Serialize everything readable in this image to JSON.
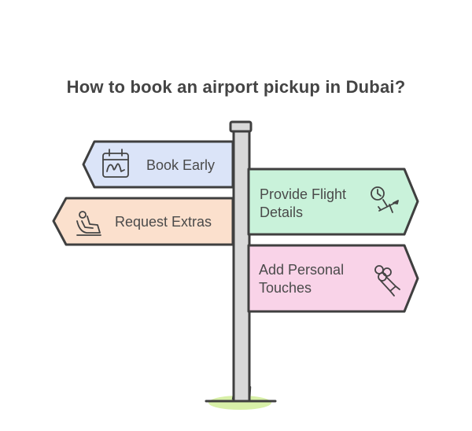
{
  "title": "How to book an airport pickup in Dubai?",
  "signs": [
    {
      "lines": [
        "Book Early"
      ],
      "icon": "calendar-icon",
      "fill": "#dbe4f8"
    },
    {
      "lines": [
        "Provide Flight",
        "Details"
      ],
      "icon": "clock-airplane-icon",
      "fill": "#c9f2da"
    },
    {
      "lines": [
        "Request Extras"
      ],
      "icon": "car-seat-icon",
      "fill": "#fbe0cd"
    },
    {
      "lines": [
        "Add Personal",
        "Touches"
      ],
      "icon": "flower-bouquet-icon",
      "fill": "#f9d3e8"
    }
  ],
  "colors": {
    "outline": "#3f3f3f",
    "pole": "#d9d9d9",
    "grass": "#d8f0a8"
  }
}
